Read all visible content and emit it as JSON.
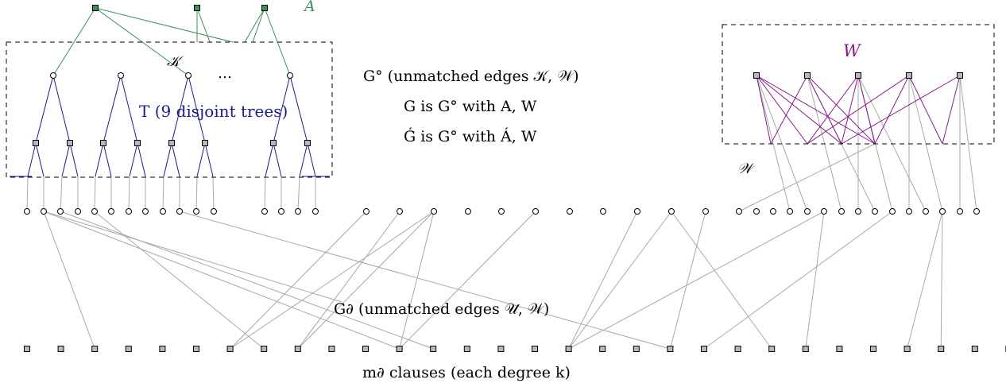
{
  "labels": {
    "a": "A",
    "w": "W",
    "k_script": "𝒦",
    "w_script": "𝒲",
    "t_trees": "T (9 disjoint trees)",
    "ellipsis": "…",
    "g_circ": "G° (unmatched edges 𝒦, 𝒲)",
    "g_is": "G is G° with A, W",
    "g_acute": "Ǵ is G° with Á, W",
    "g_partial": "G∂ (unmatched edges 𝒰, 𝒲)",
    "clauses": "m∂ clauses (each degree k)"
  },
  "colors": {
    "green": "#3b8f5a",
    "blue": "#1a1a8c",
    "purple": "#8a1a8a",
    "gray": "#a8a8a8",
    "node_fill": "#b8b8b8",
    "black": "#000000"
  }
}
